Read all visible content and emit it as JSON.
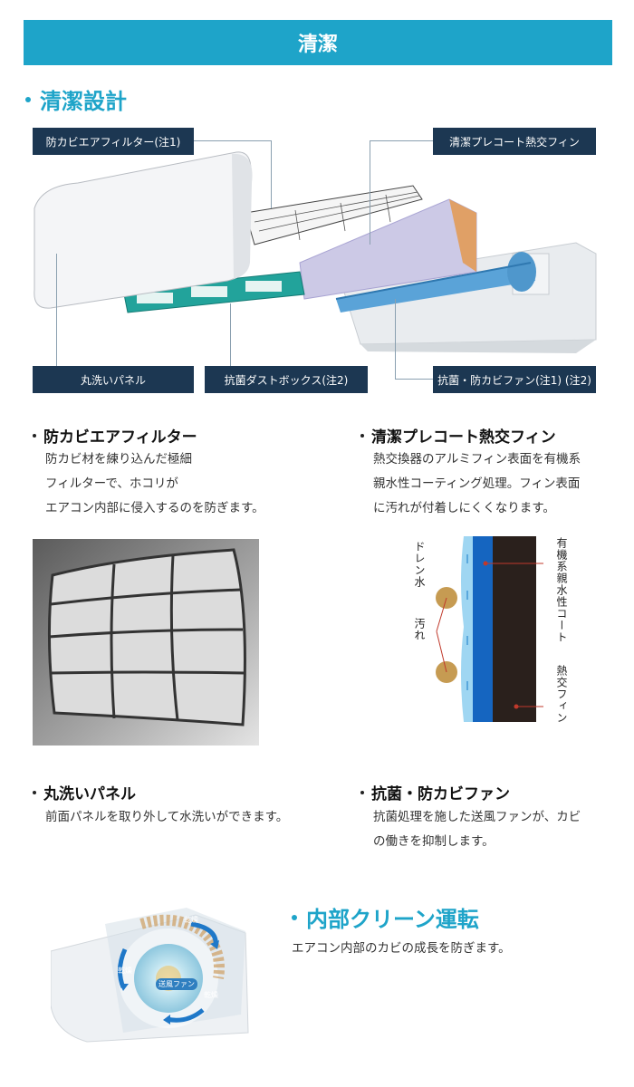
{
  "header": {
    "title": "清潔"
  },
  "section1": {
    "heading": "清潔設計"
  },
  "diagram_labels": {
    "anti_mold_filter": "防カビエアフィルター(注1)",
    "precoat_fin": "清潔プレコート熱交フィン",
    "washable_panel": "丸洗いパネル",
    "dust_box": "抗菌ダストボックス(注2)",
    "fan": "抗菌・防カビファン(注1) (注2)"
  },
  "features": {
    "filter": {
      "title": "防カビエアフィルター",
      "lines": [
        "防カビ材を練り込んだ極細",
        "フィルターで、ホコリが",
        "エアコン内部に侵入するのを防ぎます。"
      ]
    },
    "fin": {
      "title": "清潔プレコート熱交フィン",
      "lines": [
        "熱交換器のアルミフィン表面を有機系",
        "親水性コーティング処理。フィン表面",
        "に汚れが付着しにくくなります。"
      ]
    },
    "panel": {
      "title": "丸洗いパネル",
      "lines": [
        "前面パネルを取り外して水洗いができます。"
      ]
    },
    "fan": {
      "title": "抗菌・防カビファン",
      "lines": [
        "抗菌処理を施した送風ファンが、カビ",
        "の働きを抑制します。"
      ]
    }
  },
  "coating_diagram": {
    "drain": "ドレン水",
    "dirt": "汚れ",
    "coat": "有機系親水性コート",
    "fin": "熱交フィン"
  },
  "section2": {
    "heading": "内部クリーン運転",
    "desc": "エアコン内部のカビの成長を防ぎます。",
    "fan_label": "送風ファン",
    "dry_labels": [
      "乾燥",
      "乾燥",
      "乾燥"
    ]
  },
  "colors": {
    "accent": "#1ea4c9",
    "navy_label": "#1c3752",
    "blue_coat": "#1565c0",
    "fin_dark": "#2a201c",
    "dirt": "#c69b52"
  }
}
